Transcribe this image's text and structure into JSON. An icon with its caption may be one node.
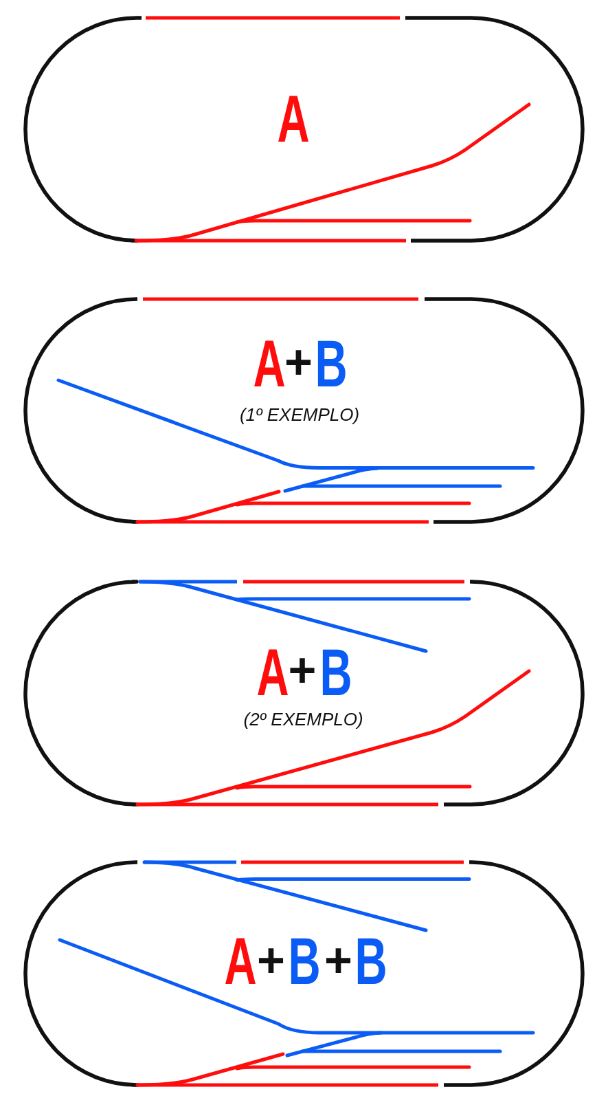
{
  "diagram": {
    "nodes": [
      {
        "text": [
          "A"
        ]
      },
      {
        "text": [
          "A",
          "+",
          "B",
          "(1º EXEMPLO)"
        ]
      },
      {
        "text": [
          "A",
          "+",
          "B",
          "(2º EXEMPLO)"
        ]
      },
      {
        "text": [
          "A",
          "+",
          "B",
          "+",
          "B"
        ]
      }
    ]
  }
}
